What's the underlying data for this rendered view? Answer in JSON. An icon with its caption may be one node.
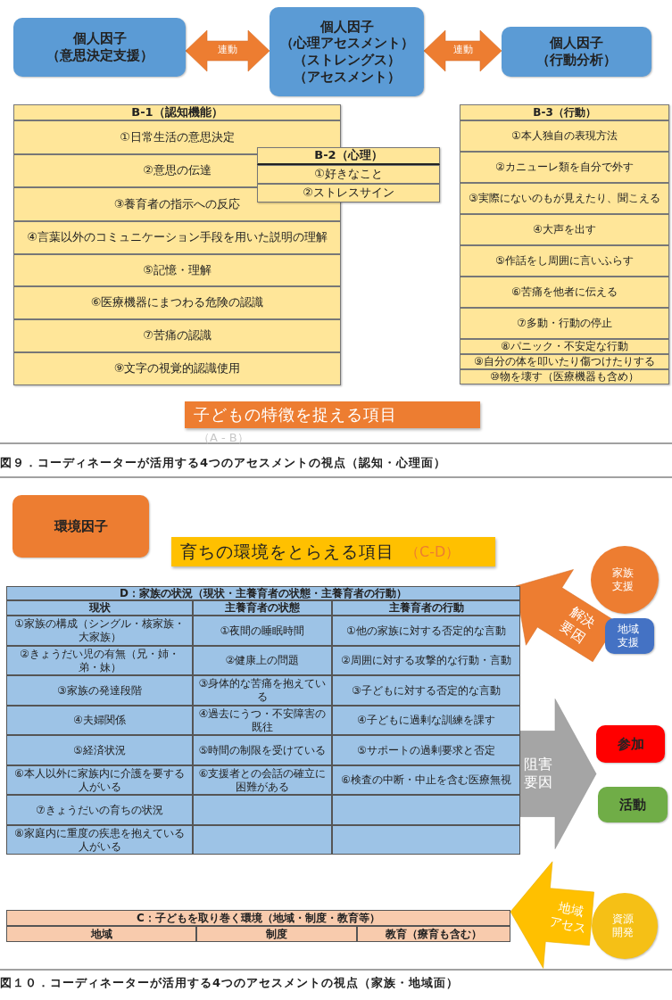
{
  "diagram": {
    "nodes": [
      {
        "text": [
          "個人因子",
          "（意思決定支援）"
        ]
      },
      {
        "text": [
          "個人因子",
          "（心理アセスメント）",
          "（ストレングス）",
          "（アセスメント）"
        ]
      },
      {
        "text": [
          "個人因子",
          "（行動分析）"
        ]
      },
      {
        "text": [
          "B-1（認知機能）",
          "①日常生活の意思決定",
          "②意思の伝達",
          "③養育者の指示への反応",
          "④言葉以外のコミュニケーション手段を用いた説明の理解",
          "⑤記憶・理解",
          "⑥医療機器にまつわる危険の認識",
          "⑦苦痛の認識",
          "⑨文字の視覚的認識使用"
        ]
      },
      {
        "text": [
          "B-2（心理）",
          "①好きなこと",
          "②ストレスサイン"
        ]
      },
      {
        "text": [
          "B-3（行動）",
          "①本人独自の表現方法",
          "②カニューレ類を自分で外す",
          "③実際にないのもが見えたり、聞こえる",
          "④大声を出す",
          "⑤作話をし周囲に言いふらす",
          "⑥苦痛を他者に伝える",
          "⑦多動・行動の停止",
          "⑧パニック・不安定な行動",
          "⑨自分の体を叩いたり傷つけたりする",
          "⑩物を壊す（医療機器も含め）"
        ]
      },
      {
        "text": [
          "子どもの特徴を捉える項目",
          "（A - B）"
        ]
      },
      {
        "text": [
          "環境因子"
        ]
      },
      {
        "text": [
          "育ちの環境をとらえる項目",
          "（C-D）"
        ]
      },
      {
        "text": [
          "家族支援"
        ]
      },
      {
        "text": [
          "地域支援"
        ]
      },
      {
        "text": [
          "D：家族の状況（現状・主養育者の状態・主養育者の行動）",
          "現状",
          "主養育者の状態",
          "主養育者の行動",
          "①家族の構成（シングル・核家族・大家族）",
          "①夜間の睡眠時間",
          "①他の家族に対する否定的な言動",
          "②きょうだい児の有無（兄・姉・弟・妹）",
          "②健康上の問題",
          "②周囲に対する攻撃的な行動・言動",
          "③家族の発達段階",
          "③身体的な苦痛を抱えている",
          "③子どもに対する否定的な言動",
          "④夫婦関係",
          "④過去にうつ・不安障害の既往",
          "④子どもに過剰な訓練を課す",
          "⑤経済状況",
          "⑤時間の制限を受けている",
          "⑤サポートの過剰要求と否定",
          "⑥本人以外に家族内に介護を要する人がいる",
          "⑥支援者との会話の確立に困難がある",
          "⑥検査の中断・中止を含む医療無視",
          "⑦きょうだいの育ちの状況",
          "⑧家庭内に重度の疾患を抱えている人がいる"
        ]
      },
      {
        "text": [
          "参加"
        ]
      },
      {
        "text": [
          "活動"
        ]
      },
      {
        "text": [
          "C：子どもを取り巻く環境（地域・制度・教育等）",
          "地域",
          "制度",
          "教育（療育も含む）"
        ]
      },
      {
        "text": [
          "資源開発"
        ]
      }
    ],
    "edges": [
      {
        "from": 0,
        "to": 1,
        "arrow": "both",
        "label": "連動"
      },
      {
        "from": 1,
        "to": 2,
        "arrow": "both",
        "label": "連動"
      },
      {
        "from": 11,
        "to": 12,
        "arrow": "to",
        "label": "阻害要因"
      },
      {
        "from": 11,
        "to": 13,
        "arrow": "to"
      },
      {
        "from": 10,
        "to": 11,
        "arrow": "to",
        "label": "解決要因"
      },
      {
        "from": 9,
        "to": 11,
        "arrow": "to"
      },
      {
        "from": 15,
        "to": 14,
        "arrow": "to",
        "label": "地域アセス"
      }
    ],
    "labels": [
      "図９．コーディネーターが活用する4つのアセスメントの視点（認知・心理面）",
      "図１０．コーディネーターが活用する4つのアセスメントの視点（家族・地域面）"
    ]
  }
}
